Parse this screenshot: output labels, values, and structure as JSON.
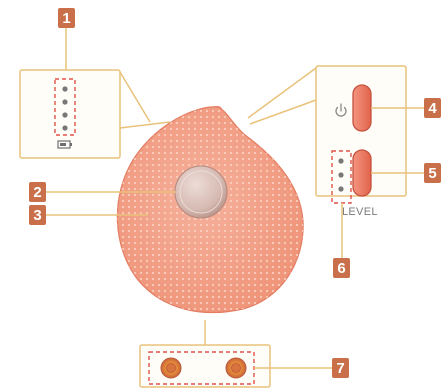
{
  "callouts": [
    {
      "number": "1",
      "part": "battery-indicator-lights"
    },
    {
      "number": "2",
      "part": "center-button"
    },
    {
      "number": "3",
      "part": "silicone-brush-head"
    },
    {
      "number": "4",
      "part": "power-button"
    },
    {
      "number": "5",
      "part": "level-button"
    },
    {
      "number": "6",
      "part": "level-indicator-lights"
    },
    {
      "number": "7",
      "part": "charging-contacts"
    }
  ],
  "labels": {
    "level": "LEVEL"
  },
  "icons": {
    "power": "power-icon",
    "battery": "battery-icon"
  },
  "colors": {
    "badge": "#c9704a",
    "callout_line": "#e9c27a",
    "device_body": "#f4a38b",
    "device_dots": "#fbd3c4",
    "button_fill": "#f07a62",
    "button_edge": "#c5523e",
    "dashed_outline": "#e0524a",
    "center_button": "#d9bfb8",
    "indicator_light": "#777777"
  }
}
